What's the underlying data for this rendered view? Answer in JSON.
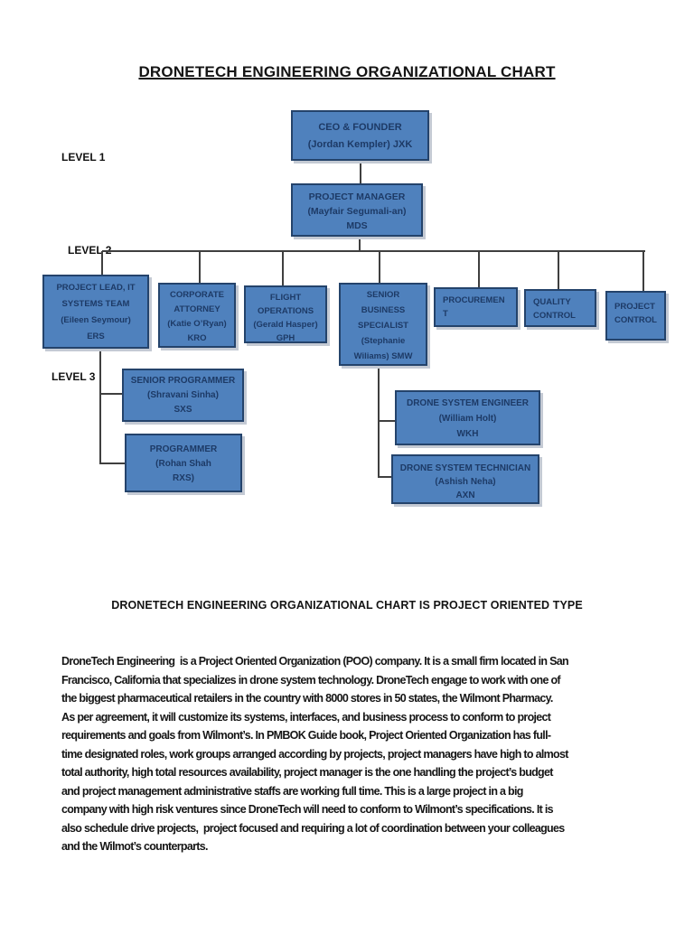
{
  "page": {
    "title": "DRONETECH ENGINEERING ORGANIZATIONAL CHART",
    "subtitle": "DRONETECH ENGINEERING ORGANIZATIONAL CHART IS PROJECT ORIENTED TYPE",
    "level_labels": [
      "LEVEL 1",
      "LEVEL 2",
      "LEVEL 3"
    ],
    "paragraph_lines": [
      "DroneTech Engineering  is a Project Oriented Organization (POO) company. It is a small firm located in San",
      "Francisco, California that specializes in drone system technology. DroneTech engage to work with one of",
      "the biggest pharmaceutical retailers in the country with 8000 stores in 50 states, the Wilmont Pharmacy.",
      "As per agreement, it will customize its systems, interfaces, and business process to conform to project",
      "requirements and goals from Wilmont’s. In PMBOK Guide book, Project Oriented Organization has full-",
      "time designated roles, work groups arranged according by projects, project managers have high to almost",
      "total authority, high total resources availability, project manager is the one handling the project’s budget",
      "and project management administrative staffs are working full time. This is a large project in a big",
      "company with high risk ventures since DroneTech will need to conform to Wilmont’s specifications. It is",
      "also schedule drive projects,  project focused and requiring a lot of coordination between your colleagues",
      "and the Wilmot’s counterparts."
    ]
  },
  "colors": {
    "box_fill": "#4F81BD",
    "box_border": "#24436B",
    "box_text": "#1D3A66",
    "connector": "#3F3F3F",
    "shadow": "#C4CAD4"
  },
  "org_chart": {
    "nodes": [
      {
        "id": "ceo",
        "lines": [
          "CEO & FOUNDER",
          "(Jordan Kempler) JXK"
        ]
      },
      {
        "id": "project-manager",
        "lines": [
          "PROJECT MANAGER",
          "(Mayfair Segumali-an)",
          "MDS"
        ]
      },
      {
        "id": "project-lead-it",
        "lines": [
          "PROJECT LEAD, IT",
          "SYSTEMS TEAM",
          "(Eileen Seymour)",
          "ERS"
        ]
      },
      {
        "id": "corporate-attorney",
        "lines": [
          "CORPORATE",
          "ATTORNEY",
          "(Katie O’Ryan)",
          "KRO"
        ]
      },
      {
        "id": "flight-operations",
        "lines": [
          "FLIGHT",
          "OPERATIONS",
          "(Gerald Hasper)",
          "GPH"
        ]
      },
      {
        "id": "senior-business-specialist",
        "lines": [
          "SENIOR",
          "BUSINESS",
          "SPECIALIST",
          "(Stephanie",
          "Wiliams) SMW"
        ]
      },
      {
        "id": "procurement",
        "lines": [
          "PROCUREMEN",
          "T"
        ]
      },
      {
        "id": "quality-control",
        "lines": [
          "QUALITY",
          "CONTROL"
        ]
      },
      {
        "id": "project-control",
        "lines": [
          "PROJECT",
          "CONTROL"
        ]
      },
      {
        "id": "senior-programmer",
        "lines": [
          "SENIOR PROGRAMMER",
          "(Shravani Sinha)",
          "SXS"
        ]
      },
      {
        "id": "programmer",
        "lines": [
          "PROGRAMMER",
          "(Rohan Shah",
          "RXS)"
        ]
      },
      {
        "id": "drone-system-engineer",
        "lines": [
          "DRONE SYSTEM ENGINEER",
          "(William Holt)",
          "WKH"
        ]
      },
      {
        "id": "drone-system-technician",
        "lines": [
          "DRONE SYSTEM TECHNICIAN",
          "(Ashish Neha)",
          "AXN"
        ]
      }
    ]
  }
}
